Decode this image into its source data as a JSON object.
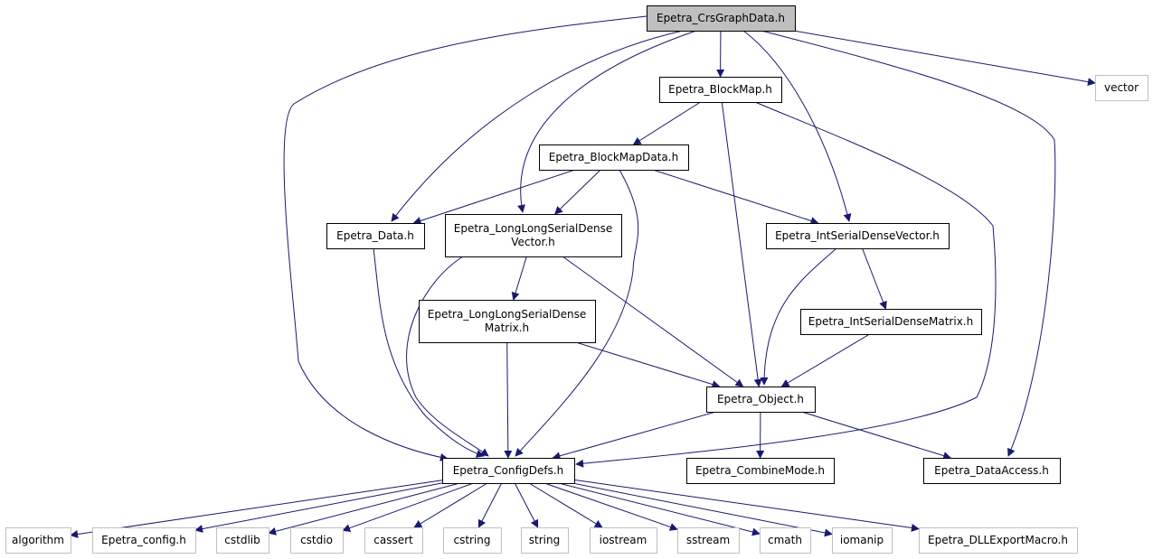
{
  "graph": {
    "colors": {
      "edge": "#191970",
      "root_fill": "#bfbfbf",
      "node_border": "#000000",
      "external_border": "#bfbfbf"
    },
    "nodes": {
      "root": {
        "label": [
          "Epetra_CrsGraphData.h"
        ],
        "kind": "root"
      },
      "blockmap": {
        "label": [
          "Epetra_BlockMap.h"
        ],
        "kind": "project"
      },
      "vector": {
        "label": [
          "vector"
        ],
        "kind": "external"
      },
      "blockmapdata": {
        "label": [
          "Epetra_BlockMapData.h"
        ],
        "kind": "project"
      },
      "data": {
        "label": [
          "Epetra_Data.h"
        ],
        "kind": "project"
      },
      "llvec": {
        "label": [
          "Epetra_LongLongSerialDense",
          "Vector.h"
        ],
        "kind": "project"
      },
      "intvec": {
        "label": [
          "Epetra_IntSerialDenseVector.h"
        ],
        "kind": "project"
      },
      "llmat": {
        "label": [
          "Epetra_LongLongSerialDense",
          "Matrix.h"
        ],
        "kind": "project"
      },
      "intmat": {
        "label": [
          "Epetra_IntSerialDenseMatrix.h"
        ],
        "kind": "project"
      },
      "object": {
        "label": [
          "Epetra_Object.h"
        ],
        "kind": "project"
      },
      "configdefs": {
        "label": [
          "Epetra_ConfigDefs.h"
        ],
        "kind": "project"
      },
      "combinemode": {
        "label": [
          "Epetra_CombineMode.h"
        ],
        "kind": "project"
      },
      "dataaccess": {
        "label": [
          "Epetra_DataAccess.h"
        ],
        "kind": "project"
      },
      "algorithm": {
        "label": [
          "algorithm"
        ],
        "kind": "external"
      },
      "epconfig": {
        "label": [
          "Epetra_config.h"
        ],
        "kind": "external"
      },
      "cstdlib": {
        "label": [
          "cstdlib"
        ],
        "kind": "external"
      },
      "cstdio": {
        "label": [
          "cstdio"
        ],
        "kind": "external"
      },
      "cassert": {
        "label": [
          "cassert"
        ],
        "kind": "external"
      },
      "cstring": {
        "label": [
          "cstring"
        ],
        "kind": "external"
      },
      "string": {
        "label": [
          "string"
        ],
        "kind": "external"
      },
      "iostream": {
        "label": [
          "iostream"
        ],
        "kind": "external"
      },
      "sstream": {
        "label": [
          "sstream"
        ],
        "kind": "external"
      },
      "cmath": {
        "label": [
          "cmath"
        ],
        "kind": "external"
      },
      "iomanip": {
        "label": [
          "iomanip"
        ],
        "kind": "external"
      },
      "dllexport": {
        "label": [
          "Epetra_DLLExportMacro.h"
        ],
        "kind": "external"
      }
    },
    "edges": [
      [
        "root",
        "blockmap"
      ],
      [
        "root",
        "vector"
      ],
      [
        "root",
        "data"
      ],
      [
        "root",
        "llvec"
      ],
      [
        "root",
        "intvec"
      ],
      [
        "root",
        "configdefs"
      ],
      [
        "root",
        "dataaccess"
      ],
      [
        "blockmap",
        "blockmapdata"
      ],
      [
        "blockmap",
        "object"
      ],
      [
        "blockmap",
        "configdefs"
      ],
      [
        "blockmapdata",
        "data"
      ],
      [
        "blockmapdata",
        "llvec"
      ],
      [
        "blockmapdata",
        "intvec"
      ],
      [
        "blockmapdata",
        "configdefs"
      ],
      [
        "data",
        "configdefs"
      ],
      [
        "llvec",
        "llmat"
      ],
      [
        "llvec",
        "object"
      ],
      [
        "llvec",
        "configdefs"
      ],
      [
        "intvec",
        "intmat"
      ],
      [
        "intvec",
        "object"
      ],
      [
        "llmat",
        "object"
      ],
      [
        "llmat",
        "configdefs"
      ],
      [
        "intmat",
        "object"
      ],
      [
        "object",
        "configdefs"
      ],
      [
        "object",
        "combinemode"
      ],
      [
        "object",
        "dataaccess"
      ],
      [
        "configdefs",
        "algorithm"
      ],
      [
        "configdefs",
        "epconfig"
      ],
      [
        "configdefs",
        "cstdlib"
      ],
      [
        "configdefs",
        "cstdio"
      ],
      [
        "configdefs",
        "cassert"
      ],
      [
        "configdefs",
        "cstring"
      ],
      [
        "configdefs",
        "string"
      ],
      [
        "configdefs",
        "iostream"
      ],
      [
        "configdefs",
        "sstream"
      ],
      [
        "configdefs",
        "cmath"
      ],
      [
        "configdefs",
        "iomanip"
      ],
      [
        "configdefs",
        "dllexport"
      ]
    ]
  }
}
